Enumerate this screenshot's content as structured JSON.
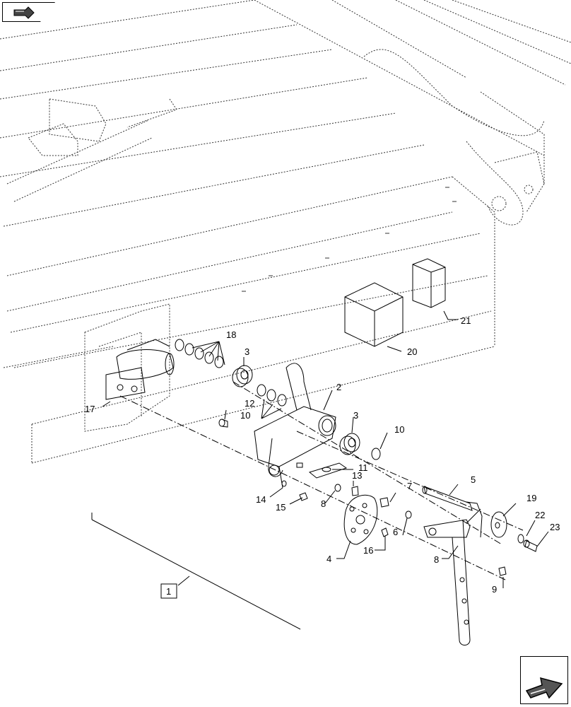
{
  "diagram": {
    "reference_box_label": "1",
    "callouts": {
      "c2": "2",
      "c3a": "3",
      "c3b": "3",
      "c4": "4",
      "c5": "5",
      "c6": "6",
      "c7": "7",
      "c8a": "8",
      "c8b": "8",
      "c9": "9",
      "c10a": "10",
      "c10b": "10",
      "c11": "11",
      "c12": "12",
      "c13": "13",
      "c14": "14",
      "c15": "15",
      "c16": "16",
      "c17": "17",
      "c18": "18",
      "c19": "19",
      "c20": "20",
      "c21": "21",
      "c22": "22",
      "c23": "23"
    }
  },
  "navigation": {
    "top_icon": "previous-page-icon",
    "bottom_icon": "next-page-arrow-icon"
  }
}
